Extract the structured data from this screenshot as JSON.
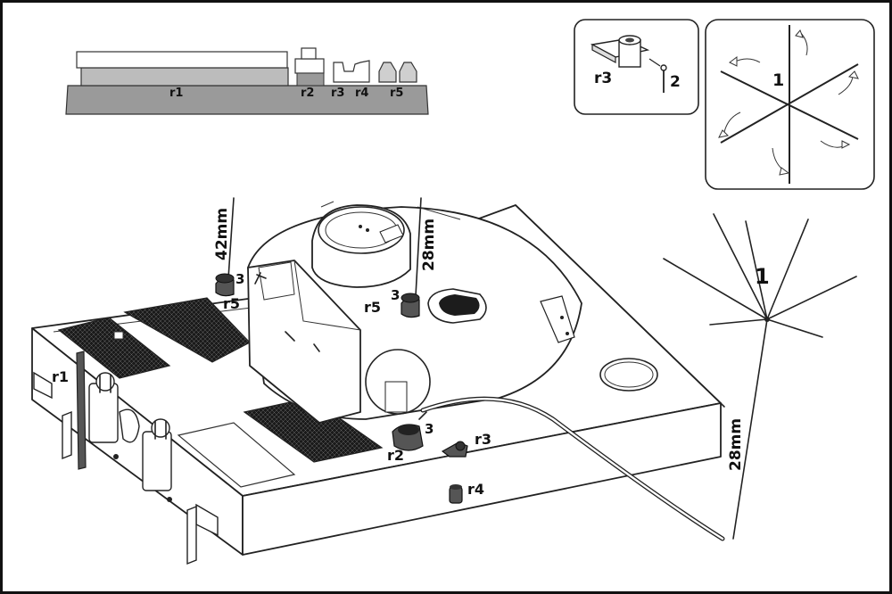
{
  "sprue": {
    "labels": [
      "r1",
      "r2",
      "r3",
      "r4",
      "r5"
    ]
  },
  "inset_r3": {
    "part_label": "r3",
    "pin_label": "2"
  },
  "inset_antenna": {
    "label": "1"
  },
  "antenna_star": {
    "label": "1",
    "length_label": "28mm"
  },
  "tank": {
    "antenna_left_length": "42mm",
    "antenna_mid_length": "28mm",
    "part_labels": {
      "r1": "r1",
      "r2": "r2",
      "r3": "r3",
      "r4": "r4",
      "r5_left": "r5",
      "r5_mid": "r5"
    },
    "number_labels": {
      "three_left": "3",
      "three_mid": "3",
      "three_bottom": "3"
    }
  },
  "colors": {
    "outline": "#222222",
    "grill": "#1c1c1c",
    "sprue": "#9a9a9a",
    "background": "#ffffff"
  }
}
